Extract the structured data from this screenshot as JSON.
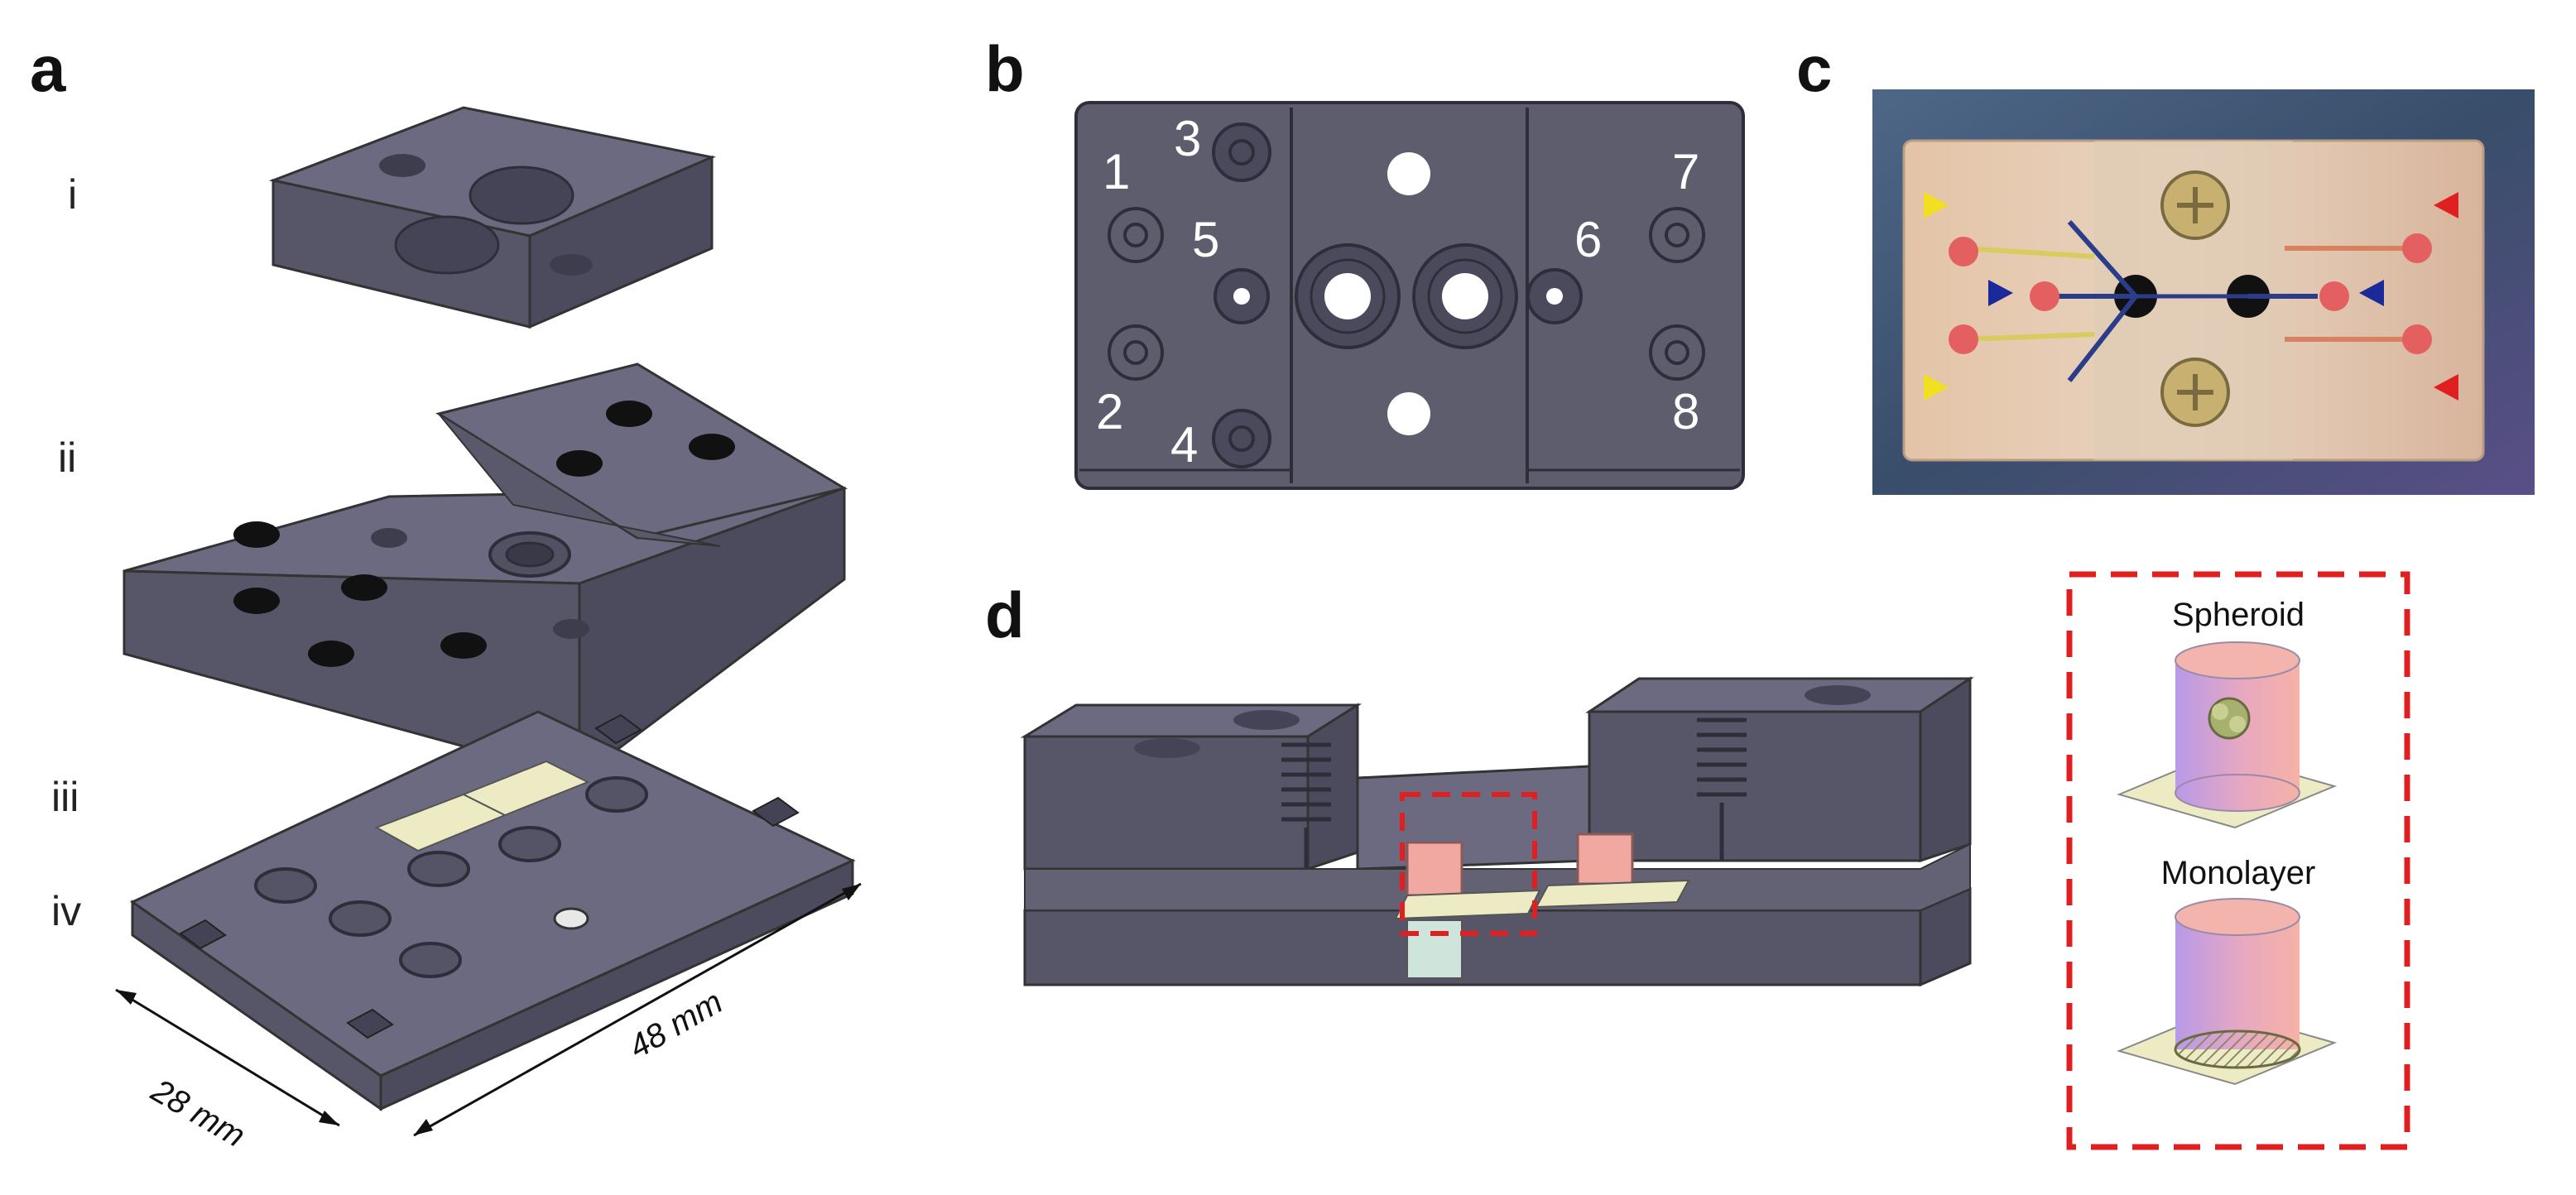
{
  "panels": {
    "a": {
      "letter": "a",
      "layers": [
        "i",
        "ii",
        "iii",
        "iv"
      ],
      "dim_width": "28 mm",
      "dim_length": "48 mm"
    },
    "b": {
      "letter": "b",
      "ports": [
        "1",
        "2",
        "3",
        "4",
        "5",
        "6",
        "7",
        "8"
      ]
    },
    "c": {
      "letter": "c"
    },
    "d": {
      "letter": "d",
      "inset_top_label": "Spheroid",
      "inset_bottom_label": "Monolayer"
    }
  },
  "colors": {
    "device_gray": "#5f5e72",
    "device_dark": "#4a4a5c",
    "membrane": "#ecebc3",
    "tissue_pink": "#f0a8a0",
    "inset_dash_red": "#e02020",
    "arrow_yellow": "#f0e020",
    "arrow_blue": "#1a2a9a",
    "arrow_red": "#e02020"
  }
}
